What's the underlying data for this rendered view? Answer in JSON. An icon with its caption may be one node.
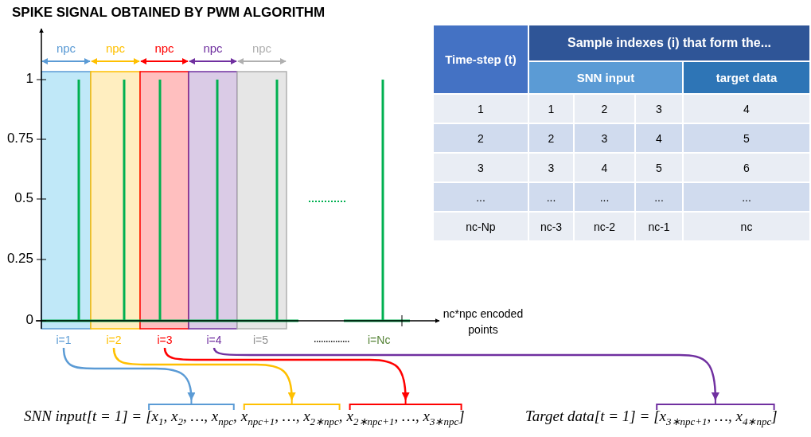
{
  "diagram": {
    "title": "SPIKE SIGNAL OBTAINED BY PWM ALGORITHM",
    "nodes": [
      {
        "text": [
          "i=1"
        ]
      },
      {
        "text": [
          "i=2"
        ]
      },
      {
        "text": [
          "i=3"
        ]
      },
      {
        "text": [
          "i=4"
        ]
      },
      {
        "text": [],
        "shape": "bracket"
      },
      {
        "text": [],
        "shape": "bracket"
      },
      {
        "text": [],
        "shape": "bracket"
      },
      {
        "text": [],
        "shape": "bracket"
      }
    ],
    "edges": [
      {
        "from": 0,
        "to": 4,
        "arrow": "to",
        "color": "#5b9bd5"
      },
      {
        "from": 1,
        "to": 5,
        "arrow": "to",
        "color": "#ffc000"
      },
      {
        "from": 2,
        "to": 6,
        "arrow": "to",
        "color": "#ff0000"
      },
      {
        "from": 3,
        "to": 7,
        "arrow": "to",
        "color": "#7030a0"
      }
    ],
    "labels": [
      "npc",
      "npc",
      "npc",
      "npc",
      "npc",
      "1",
      "0.75",
      "0.5",
      "0.25",
      "0",
      "Time-step (t)",
      "Sample indexes (i) that form the...",
      "SNN input",
      "target data",
      "1",
      "1",
      "2",
      "3",
      "4",
      "2",
      "2",
      "3",
      "4",
      "5",
      "3",
      "3",
      "4",
      "5",
      "6",
      "...",
      "...",
      "...",
      "...",
      "...",
      "nc-Np",
      "nc-3",
      "nc-2",
      "nc-1",
      "nc",
      "nc*npc encoded points",
      "i=5",
      "i=Nc",
      "SNN input[t = 1] =",
      "[x$_{1}$, x$_{2}$, …, x$_{npc}$,",
      "x$_{npc+1}$, …, x$_{2∗npc}$,",
      "x$_{2∗npc+1}$, …, x$_{3∗npc}$]",
      "Target data[t = 1] =",
      "[x$_{3∗npc+1}$, …, x$_{4∗npc}$]"
    ]
  }
}
